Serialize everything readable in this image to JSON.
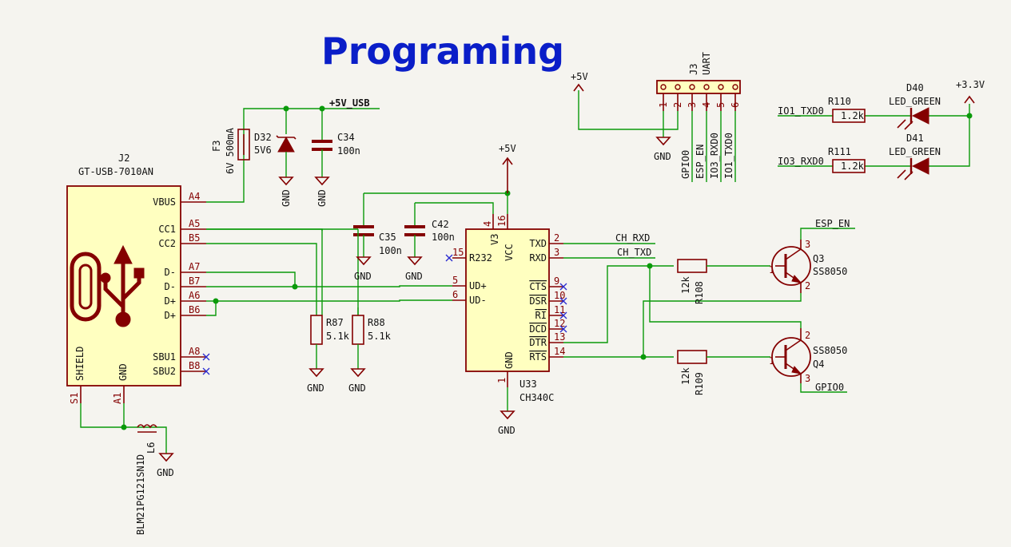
{
  "title": "Programing",
  "power": {
    "v5usb": "+5V_USB",
    "v5": "+5V",
    "v33": "+3.3V",
    "gnd": "GND"
  },
  "j2": {
    "ref": "J2",
    "value": "GT-USB-7010AN",
    "pins": [
      {
        "name": "VBUS",
        "num": "A4"
      },
      {
        "name": "CC1",
        "num": "A5"
      },
      {
        "name": "CC2",
        "num": "B5"
      },
      {
        "name": "D-",
        "num": "A7"
      },
      {
        "name": "D-",
        "num": "B7"
      },
      {
        "name": "D+",
        "num": "A6"
      },
      {
        "name": "D+",
        "num": "B6"
      },
      {
        "name": "SBU1",
        "num": "A8"
      },
      {
        "name": "SBU2",
        "num": "B8"
      }
    ],
    "shield": "SHIELD",
    "shield_num": "S1",
    "gnd": "GND",
    "gnd_num": "A1"
  },
  "f3": {
    "ref": "F3",
    "value": "6V 500mA"
  },
  "d32": {
    "ref": "D32",
    "value": "5V6"
  },
  "c34": {
    "ref": "C34",
    "value": "100n"
  },
  "c35": {
    "ref": "C35",
    "value": "100n"
  },
  "c42": {
    "ref": "C42",
    "value": "100n"
  },
  "r87": {
    "ref": "R87",
    "value": "5.1k"
  },
  "r88": {
    "ref": "R88",
    "value": "5.1k"
  },
  "l6": {
    "ref": "L6",
    "value": "BLM21PG121SN1D"
  },
  "u33": {
    "ref": "U33",
    "value": "CH340C",
    "left_pins": [
      {
        "name": "R232",
        "num": "15"
      },
      {
        "name": "UD+",
        "num": "5"
      },
      {
        "name": "UD-",
        "num": "6"
      }
    ],
    "right_pins": [
      {
        "name": "TXD",
        "num": "2"
      },
      {
        "name": "RXD",
        "num": "3"
      },
      {
        "name": "CTS",
        "num": "9"
      },
      {
        "name": "DSR",
        "num": "10"
      },
      {
        "name": "RI",
        "num": "11"
      },
      {
        "name": "DCD",
        "num": "12"
      },
      {
        "name": "DTR",
        "num": "13"
      },
      {
        "name": "RTS",
        "num": "14"
      }
    ],
    "top_pins": [
      {
        "name": "V3",
        "num": "4"
      },
      {
        "name": "VCC",
        "num": "16"
      }
    ],
    "bottom_pin": {
      "name": "GND",
      "num": "1"
    }
  },
  "nets": {
    "ch_rxd": "CH_RXD",
    "ch_txd": "CH_TXD",
    "esp_en": "ESP_EN",
    "gpio0": "GPIO0",
    "io1_txd0": "IO1_TXD0",
    "io3_rxd0": "IO3_RXD0"
  },
  "r108": {
    "ref": "R108",
    "value": "12k"
  },
  "r109": {
    "ref": "R109",
    "value": "12k"
  },
  "q3": {
    "ref": "Q3",
    "value": "SS8050"
  },
  "q4": {
    "ref": "Q4",
    "value": "SS8050"
  },
  "j3": {
    "ref": "J3",
    "value": "UART",
    "pins": [
      "1",
      "2",
      "3",
      "4",
      "5",
      "6"
    ],
    "labels": [
      "GPIO0",
      "ESP_EN",
      "IO3_RXD0",
      "IO1_TXD0"
    ]
  },
  "r110": {
    "ref": "R110",
    "value": "1.2k"
  },
  "r111": {
    "ref": "R111",
    "value": "1.2k"
  },
  "d40": {
    "ref": "D40",
    "value": "LED_GREEN"
  },
  "d41": {
    "ref": "D41",
    "value": "LED_GREEN"
  }
}
